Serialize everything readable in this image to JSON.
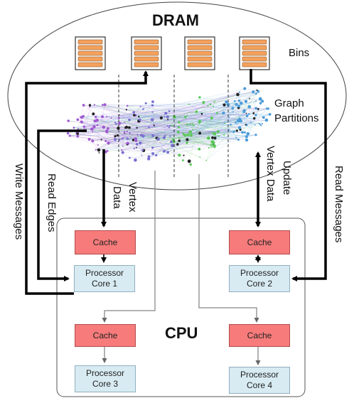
{
  "dram": {
    "title": "DRAM",
    "bins_label": "Bins",
    "partitions_label_line1": "Graph",
    "partitions_label_line2": "Partitions"
  },
  "cpu": {
    "title": "CPU"
  },
  "flows": {
    "write_messages": "Write Messages",
    "read_edges": "Read Edges",
    "vertex_data_left_line1": "Vertex",
    "vertex_data_left_line2": "Data",
    "update_vertex_line1": "Update",
    "update_vertex_line2": "Vertex Data",
    "read_messages": "Read Messages"
  },
  "cores": [
    {
      "cache": "Cache",
      "core_line1": "Processor",
      "core_line2": "Core 1"
    },
    {
      "cache": "Cache",
      "core_line1": "Processor",
      "core_line2": "Core 2"
    },
    {
      "cache": "Cache",
      "core_line1": "Processor",
      "core_line2": "Core 3"
    },
    {
      "cache": "Cache",
      "core_line1": "Processor",
      "core_line2": "Core 4"
    }
  ],
  "colors": {
    "bin_fill": "#f4a15d",
    "cache_fill": "#f77b7b",
    "core_fill": "#d8ebf2",
    "graph_purple": "#a05ad2",
    "graph_green": "#5ac85a",
    "graph_blue": "#4a9bd8"
  }
}
